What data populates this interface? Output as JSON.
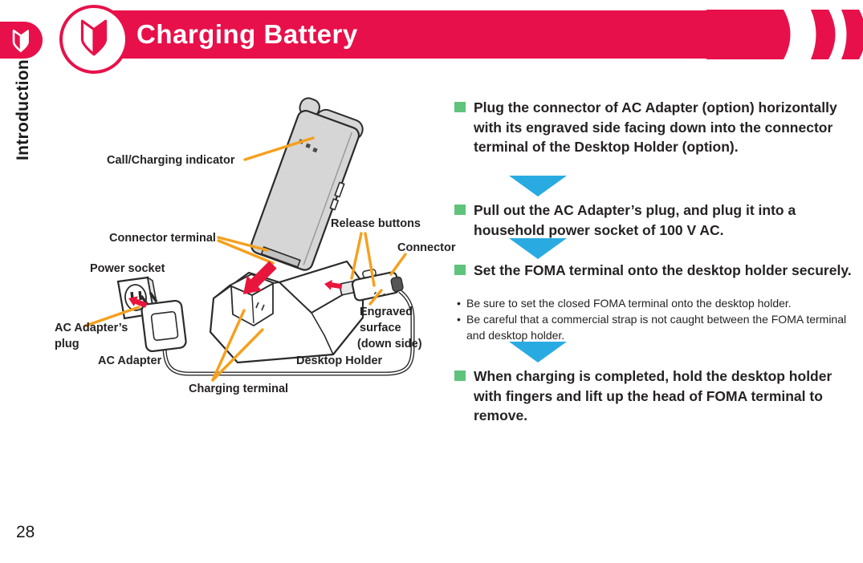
{
  "page": {
    "number": "28",
    "section_label": "Introduction"
  },
  "header": {
    "title": "Charging Battery"
  },
  "colors": {
    "accent": "#E8104A",
    "leader_line_orange": "#F5A01E",
    "arrow_red": "#E8153C",
    "flow_arrow_blue": "#29ABE2",
    "step_bullet_green": "#5FC37C"
  },
  "diagram_labels": {
    "call_charging_indicator": "Call/Charging indicator",
    "connector_terminal": "Connector terminal",
    "power_socket": "Power socket",
    "ac_adapter_plug_line1": "AC Adapter’s",
    "ac_adapter_plug_line2": "plug",
    "ac_adapter": "AC Adapter",
    "charging_terminal": "Charging terminal",
    "desktop_holder": "Desktop Holder",
    "release_buttons": "Release buttons",
    "connector": "Connector",
    "engraved_line1": "Engraved",
    "engraved_line2": "surface",
    "engraved_line3": "(down side)"
  },
  "notes_bullet": "•",
  "steps": [
    {
      "text": "Plug the connector of AC Adapter (option) horizontally with its engraved side facing down into the connector terminal of the Desktop Holder (option).",
      "notes": []
    },
    {
      "text": "Pull out the AC Adapter’s plug, and plug it into a household power socket of 100 V AC.",
      "notes": []
    },
    {
      "text": "Set the FOMA terminal onto the desktop holder securely.",
      "notes": [
        "Be sure to set the closed FOMA terminal onto the desktop holder.",
        "Be careful that a commercial strap is not caught between the FOMA terminal and desktop holder."
      ]
    },
    {
      "text": "When charging is completed, hold the desktop holder with fingers and lift up the head of FOMA terminal to remove.",
      "notes": []
    }
  ]
}
